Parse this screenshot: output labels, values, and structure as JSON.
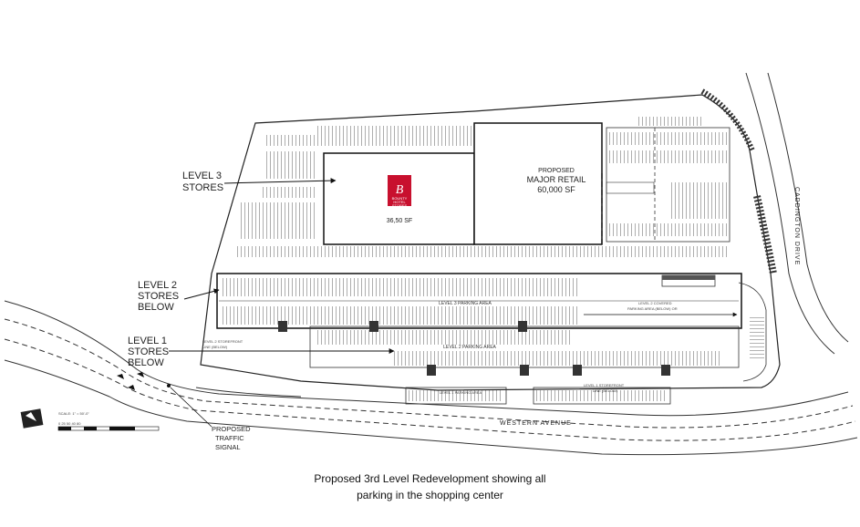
{
  "labels": {
    "level3": [
      "LEVEL 3",
      "STORES"
    ],
    "level2": [
      "LEVEL 2",
      "STORES",
      "BELOW"
    ],
    "level1": [
      "LEVEL 1",
      "STORES",
      "BELOW"
    ],
    "proposed_signal": [
      "PROPOSED",
      "TRAFFIC",
      "SIGNAL"
    ],
    "caddington": "CADDINGTON DRIVE",
    "western": "WESTERN AVENUE"
  },
  "buildings": {
    "store_36_sf": "36,50 SF",
    "major_retail": [
      "PROPOSED",
      "MAJOR RETAIL",
      "60,000 SF"
    ],
    "store_logo_letter": "B",
    "store_logo_text": [
      "BOUNTY",
      "HOTEL",
      "STORES"
    ]
  },
  "parking": {
    "level3_area": "LEVEL 3 PARKING AREA",
    "level2_area": "LEVEL 2 PARKING AREA",
    "level1_area": "LEVEL 1 PARKING AREA",
    "level2_covered": [
      "LEVEL 2 COVERED",
      "PARKING AREA (BELOW) OR"
    ],
    "level2_storefront": [
      "LEVEL 2 STOREFRONT",
      "LINE (BELOW)"
    ],
    "level1_storefront": [
      "LEVEL 1 STOREFRONT",
      "LINE (BELOW)"
    ]
  },
  "scale": {
    "label": "SCALE: 1\" = 50'-0\"",
    "ticks": "0  25  50   40       80"
  },
  "caption": [
    "Proposed 3rd Level Redevelopment showing all",
    "parking in the shopping center"
  ],
  "colors": {
    "line": "#333333",
    "logo": "#c8102e"
  }
}
